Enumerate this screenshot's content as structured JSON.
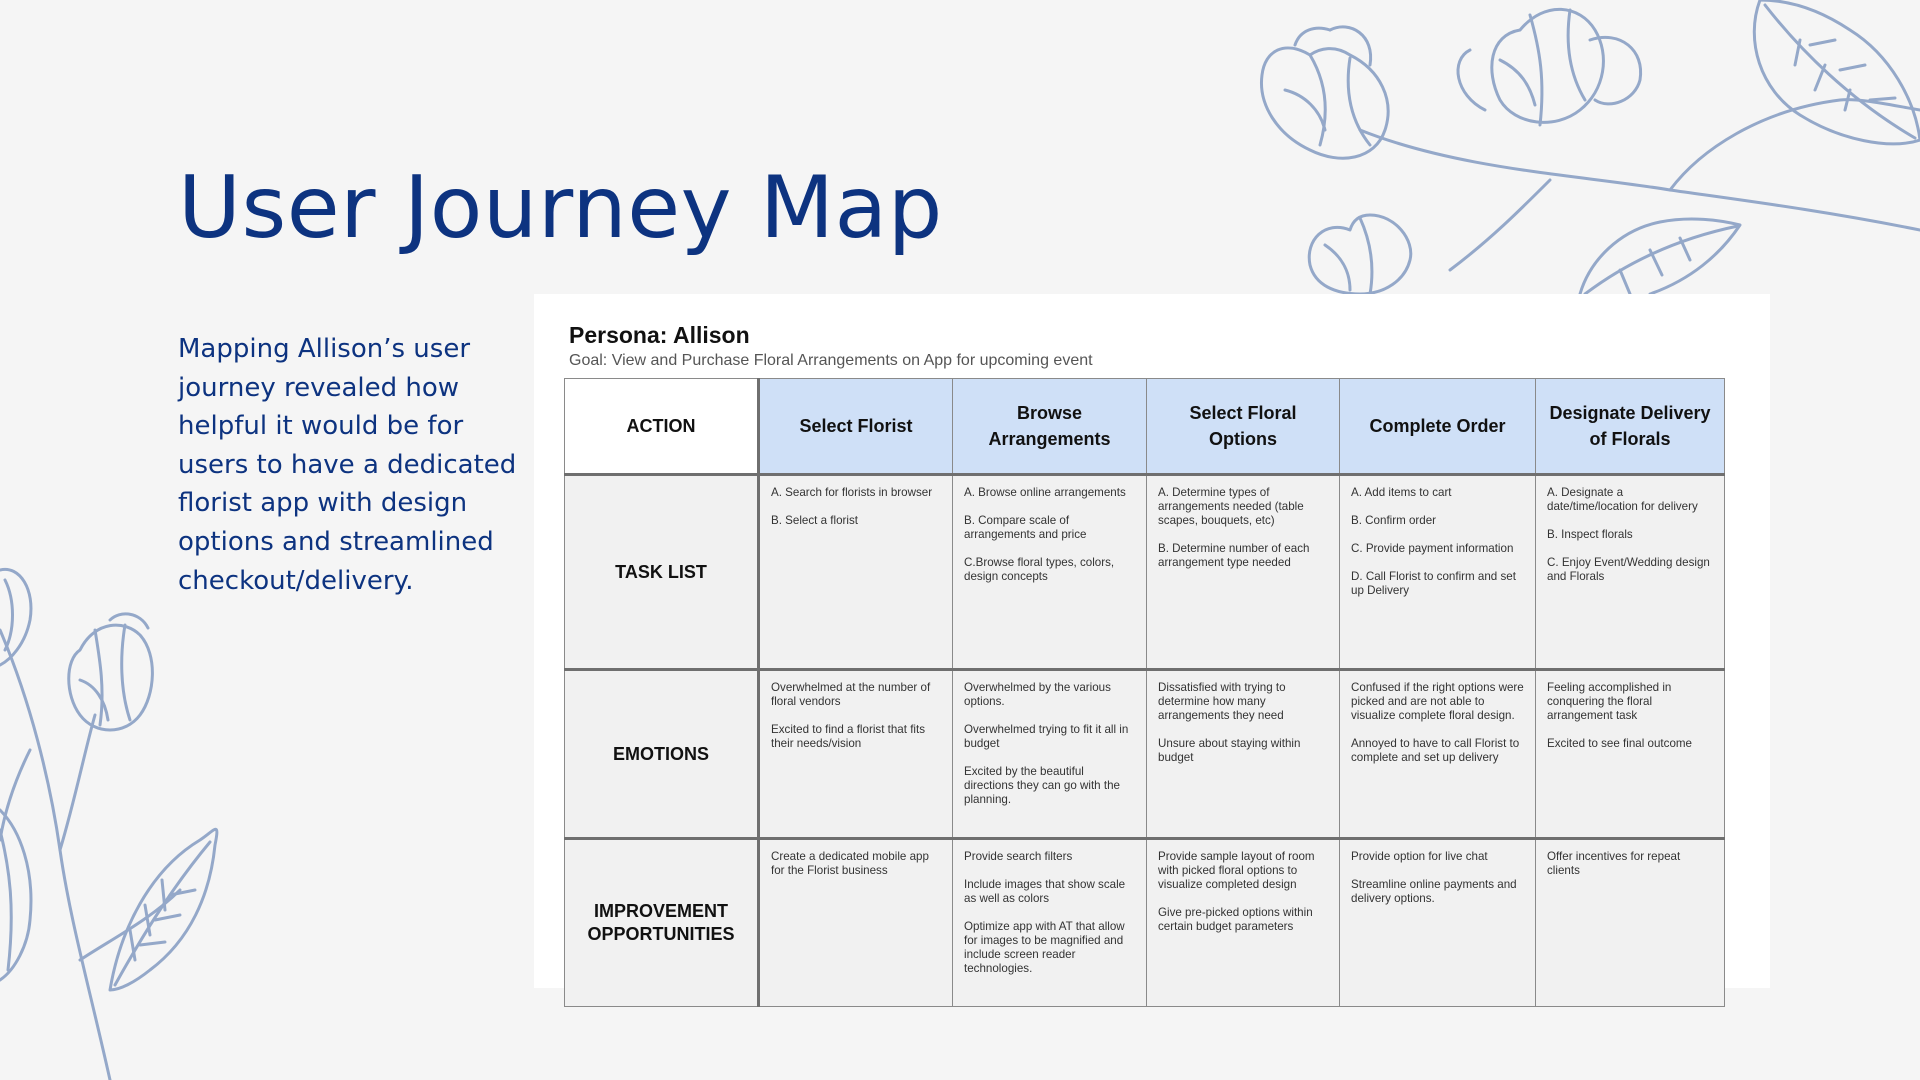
{
  "title": "User Journey Map",
  "description": "Mapping Allison’s user journey revealed how helpful it would be for users to have a dedicated florist app with design options and streamlined checkout/delivery.",
  "persona": {
    "name": "Persona: Allison",
    "goal": "Goal: View and Purchase Floral Arrangements on App for upcoming event"
  },
  "table": {
    "corner_label": "ACTION",
    "columns": [
      "Select Florist",
      "Browse Arrangements",
      "Select Floral Options",
      "Complete Order",
      "Designate Delivery of Florals"
    ],
    "rows": [
      {
        "label": "TASK LIST",
        "cells": [
          [
            "A. Search for florists in browser",
            "B. Select a florist"
          ],
          [
            "A. Browse online arrangements",
            "B. Compare scale of arrangements and price",
            "C.Browse floral types, colors, design concepts"
          ],
          [
            "A. Determine types of arrangements needed (table scapes, bouquets, etc)",
            "B. Determine number of each arrangement type needed"
          ],
          [
            "A. Add items to cart",
            "B. Confirm order",
            "C. Provide payment information",
            "D. Call Florist to confirm and set up Delivery"
          ],
          [
            "A. Designate a date/time/location for delivery",
            "B. Inspect florals",
            "C. Enjoy Event/Wedding design and Florals"
          ]
        ]
      },
      {
        "label": "EMOTIONS",
        "cells": [
          [
            "Overwhelmed at the number of floral vendors",
            "Excited to find a florist that fits their needs/vision"
          ],
          [
            "Overwhelmed by the various options.",
            "Overwhelmed trying to fit it all in budget",
            "Excited by the beautiful directions they can go with the planning."
          ],
          [
            "Dissatisfied with trying to determine how many arrangements they need",
            "Unsure about staying within budget"
          ],
          [
            "Confused if the right options were picked and are not able to visualize complete floral design.",
            "Annoyed to have to call Florist to complete and set up delivery"
          ],
          [
            "Feeling accomplished in conquering the floral arrangement task",
            "Excited to see final outcome"
          ]
        ]
      },
      {
        "label": "IMPROVEMENT OPPORTUNITIES",
        "cells": [
          [
            "Create a dedicated mobile app for the Florist business"
          ],
          [
            "Provide search filters",
            "Include images that show scale as well as colors",
            "Optimize app with AT that allow for images to be magnified and include screen reader technologies."
          ],
          [
            "Provide sample layout of room with picked floral options to visualize completed design",
            "Give pre-picked options within certain budget parameters"
          ],
          [
            "Provide option for live chat",
            "Streamline online payments and delivery options."
          ],
          [
            "Offer incentives for repeat clients"
          ]
        ]
      }
    ]
  },
  "colors": {
    "title": "#0d3380",
    "header_fill": "#cfe0f7",
    "decoration": "#94a8c9",
    "background": "#f5f5f5"
  }
}
